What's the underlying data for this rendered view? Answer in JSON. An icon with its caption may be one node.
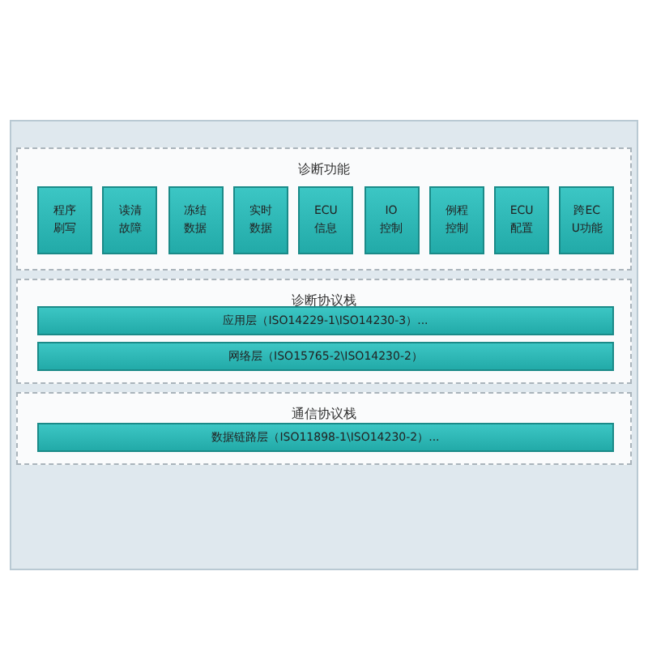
{
  "diagram": {
    "nodes": [
      {
        "text": [
          "诊断功能"
        ]
      },
      {
        "text": [
          "程序刷写"
        ],
        "in": 0
      },
      {
        "text": [
          "读清故障"
        ],
        "in": 0
      },
      {
        "text": [
          "冻结数据"
        ],
        "in": 0
      },
      {
        "text": [
          "实时数据"
        ],
        "in": 0
      },
      {
        "text": [
          "ECU信息"
        ],
        "in": 0
      },
      {
        "text": [
          "IO控制"
        ],
        "in": 0
      },
      {
        "text": [
          "例程控制"
        ],
        "in": 0
      },
      {
        "text": [
          "ECU配置"
        ],
        "in": 0
      },
      {
        "text": [
          "跨ECU功能"
        ],
        "in": 0
      },
      {
        "text": [
          "诊断协议栈"
        ]
      },
      {
        "text": [
          "应用层（ISO14229-1\\ISO14230-3）..."
        ],
        "in": 10
      },
      {
        "text": [
          "网络层（ISO15765-2\\ISO14230-2）"
        ],
        "in": 10
      },
      {
        "text": [
          "通信协议栈"
        ]
      },
      {
        "text": [
          "数据链路层（ISO11898-1\\ISO14230-2）..."
        ],
        "in": 13
      }
    ]
  }
}
